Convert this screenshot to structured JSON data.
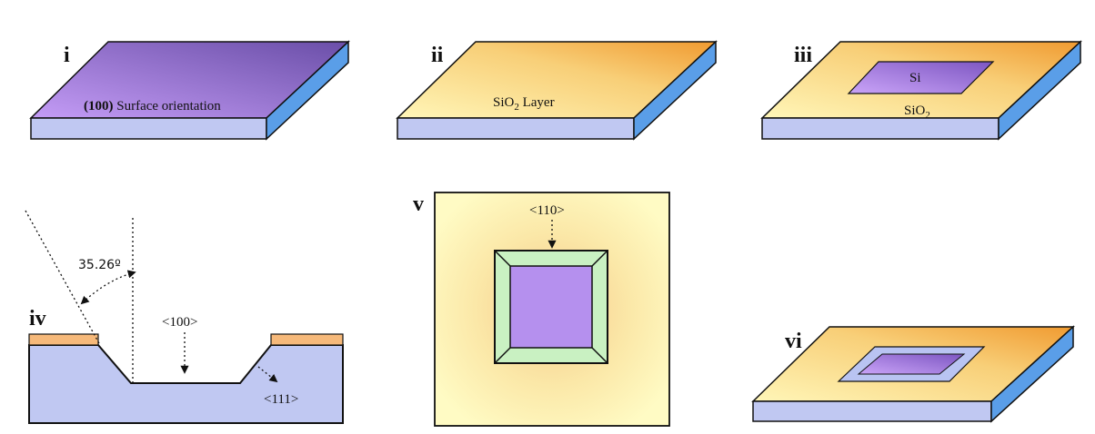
{
  "panels": {
    "i": {
      "label": "i",
      "surface_prefix": "(100)",
      "surface_text": " Surface orientation"
    },
    "ii": {
      "label": "ii",
      "layer_base": "SiO",
      "layer_sub": "2",
      "layer_suffix": " Layer"
    },
    "iii": {
      "label": "iii",
      "window_text": "Si",
      "oxide_base": "SiO",
      "oxide_sub": "2"
    },
    "iv": {
      "label": "iv",
      "angle_text": "35.26º",
      "bottom_dir": "<100>",
      "wall_dir": "<111>"
    },
    "v": {
      "label": "v",
      "edge_dir": "<110>"
    },
    "vi": {
      "label": "vi"
    }
  },
  "colors": {
    "oxide_light": "#fdf6b0",
    "oxide_dark": "#f2a23c",
    "silicon_light": "#c39af5",
    "silicon_dark": "#7b55b5",
    "wafer_side": "#bfc8f0",
    "wafer_right": "#5a9ee8",
    "sidewall_green": "#c8f0c0",
    "outline": "#111111"
  }
}
